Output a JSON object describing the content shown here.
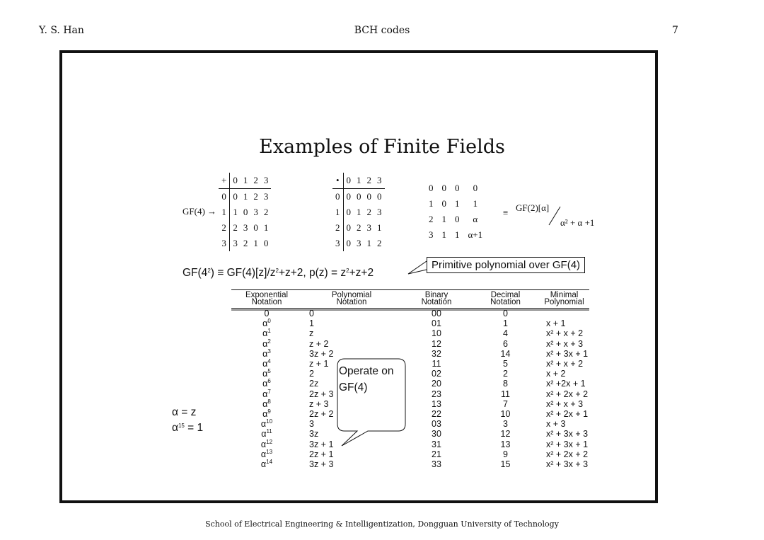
{
  "header": {
    "left": "Y. S. Han",
    "center": "BCH codes",
    "right": "7"
  },
  "title": "Examples of Finite Fields",
  "add_table": {
    "op": "+",
    "cols": [
      "0",
      "1",
      "2",
      "3"
    ],
    "rows": [
      {
        "h": "0",
        "v": [
          "0",
          "1",
          "2",
          "3"
        ]
      },
      {
        "h": "1",
        "v": [
          "1",
          "0",
          "3",
          "2"
        ]
      },
      {
        "h": "2",
        "v": [
          "2",
          "3",
          "0",
          "1"
        ]
      },
      {
        "h": "3",
        "v": [
          "3",
          "2",
          "1",
          "0"
        ]
      }
    ]
  },
  "gf4_label": "GF(4) →",
  "mul_table": {
    "op": "•",
    "cols": [
      "0",
      "1",
      "2",
      "3"
    ],
    "rows": [
      {
        "h": "0",
        "v": [
          "0",
          "0",
          "0",
          "0"
        ]
      },
      {
        "h": "1",
        "v": [
          "0",
          "1",
          "2",
          "3"
        ]
      },
      {
        "h": "2",
        "v": [
          "0",
          "2",
          "3",
          "1"
        ]
      },
      {
        "h": "3",
        "v": [
          "0",
          "3",
          "1",
          "2"
        ]
      }
    ]
  },
  "rep_table": [
    [
      "0",
      "0",
      "0",
      "0"
    ],
    [
      "1",
      "0",
      "1",
      "1"
    ],
    [
      "2",
      "1",
      "0",
      "α"
    ],
    [
      "3",
      "1",
      "1",
      "α+1"
    ]
  ],
  "equiv_sym": "≡",
  "quotient": {
    "num": "GF(2)[α]",
    "den": "α² + α +1"
  },
  "gf42_line": {
    "a": "GF(4",
    "b": ") ≡ GF(4)[z]/z",
    "c": "+z+2, p(z) = z",
    "d": "+z+2"
  },
  "callout_primitive": "Primitive polynomial over GF(4)",
  "main_table": {
    "headers": [
      [
        "Exponential",
        "Notation"
      ],
      [
        "Polynomial",
        "Notation"
      ],
      [
        "Binary",
        "Notation"
      ],
      [
        "Decimal",
        "Notation"
      ],
      [
        "Minimal",
        "Polynomial"
      ]
    ],
    "rows": [
      {
        "e": "0",
        "p": "0",
        "b": "00",
        "d": "0",
        "m": ""
      },
      {
        "e": "α",
        "es": "0",
        "p": "1",
        "b": "01",
        "d": "1",
        "m": "x + 1"
      },
      {
        "e": "α",
        "es": "1",
        "p": "z",
        "b": "10",
        "d": "4",
        "m": "x² + x + 2"
      },
      {
        "e": "α",
        "es": "2",
        "p": "z + 2",
        "b": "12",
        "d": "6",
        "m": "x² + x + 3"
      },
      {
        "e": "α",
        "es": "3",
        "p": "3z + 2",
        "b": "32",
        "d": "14",
        "m": "x² + 3x + 1"
      },
      {
        "e": "α",
        "es": "4",
        "p": "z + 1",
        "b": "11",
        "d": "5",
        "m": "x² + x + 2"
      },
      {
        "e": "α",
        "es": "5",
        "p": "2",
        "b": "02",
        "d": "2",
        "m": "x + 2"
      },
      {
        "e": "α",
        "es": "6",
        "p": "2z",
        "b": "20",
        "d": "8",
        "m": "x² +2x + 1"
      },
      {
        "e": "α",
        "es": "7",
        "p": "2z + 3",
        "b": "23",
        "d": "11",
        "m": "x² + 2x + 2"
      },
      {
        "e": "α",
        "es": "8",
        "p": "z + 3",
        "b": "13",
        "d": "7",
        "m": "x² + x + 3"
      },
      {
        "e": "α",
        "es": "9",
        "p": "2z + 2",
        "b": "22",
        "d": "10",
        "m": "x² + 2x + 1"
      },
      {
        "e": "α",
        "es": "10",
        "p": "3",
        "b": "03",
        "d": "3",
        "m": "x + 3"
      },
      {
        "e": "α",
        "es": "11",
        "p": "3z",
        "b": "30",
        "d": "12",
        "m": "x² + 3x + 3"
      },
      {
        "e": "α",
        "es": "12",
        "p": "3z + 1",
        "b": "31",
        "d": "13",
        "m": "x² + 3x + 1"
      },
      {
        "e": "α",
        "es": "13",
        "p": "2z + 1",
        "b": "21",
        "d": "9",
        "m": "x² + 2x + 2"
      },
      {
        "e": "α",
        "es": "14",
        "p": "3z + 3",
        "b": "33",
        "d": "15",
        "m": "x² + 3x + 3"
      }
    ]
  },
  "alpha_note": {
    "line1": "α = z",
    "line2a": "α",
    "line2sup": "15",
    "line2b": " = 1"
  },
  "bubble": {
    "line1": "Operate on",
    "line2": "GF(4)"
  },
  "footer": "School of Electrical Engineering & Intelligentization, Dongguan University of Technology"
}
